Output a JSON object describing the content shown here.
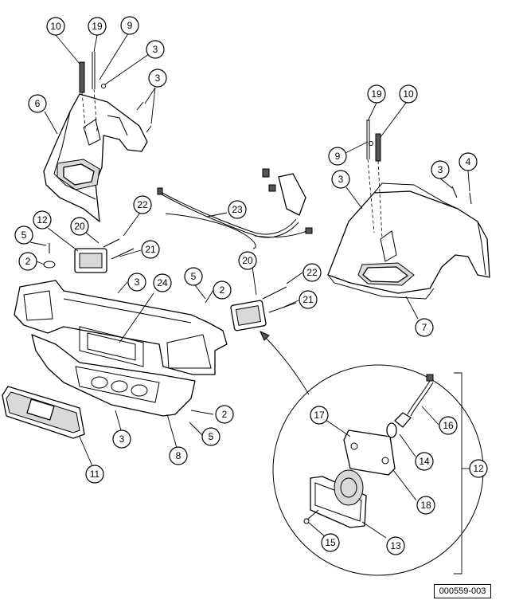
{
  "drawing": {
    "reference_number": "000559-003"
  },
  "callouts": [
    {
      "id": "c10a",
      "label": "10"
    },
    {
      "id": "c19a",
      "label": "19"
    },
    {
      "id": "c9a",
      "label": "9"
    },
    {
      "id": "c3a",
      "label": "3"
    },
    {
      "id": "c3b",
      "label": "3"
    },
    {
      "id": "c6",
      "label": "6"
    },
    {
      "id": "c19b",
      "label": "19"
    },
    {
      "id": "c10b",
      "label": "10"
    },
    {
      "id": "c9b",
      "label": "9"
    },
    {
      "id": "c3c",
      "label": "3"
    },
    {
      "id": "c3d",
      "label": "3"
    },
    {
      "id": "c4",
      "label": "4"
    },
    {
      "id": "c22a",
      "label": "22"
    },
    {
      "id": "c23",
      "label": "23"
    },
    {
      "id": "c12a",
      "label": "12"
    },
    {
      "id": "c20a",
      "label": "20"
    },
    {
      "id": "c5a",
      "label": "5"
    },
    {
      "id": "c21a",
      "label": "21"
    },
    {
      "id": "c2a",
      "label": "2"
    },
    {
      "id": "c7",
      "label": "7"
    },
    {
      "id": "c3e",
      "label": "3"
    },
    {
      "id": "c24",
      "label": "24"
    },
    {
      "id": "c5b",
      "label": "5"
    },
    {
      "id": "c2b",
      "label": "2"
    },
    {
      "id": "c20b",
      "label": "20"
    },
    {
      "id": "c22b",
      "label": "22"
    },
    {
      "id": "c21b",
      "label": "21"
    },
    {
      "id": "c2c",
      "label": "2"
    },
    {
      "id": "c5c",
      "label": "5"
    },
    {
      "id": "c3f",
      "label": "3"
    },
    {
      "id": "c8",
      "label": "8"
    },
    {
      "id": "c11",
      "label": "11"
    },
    {
      "id": "c17",
      "label": "17"
    },
    {
      "id": "c16",
      "label": "16"
    },
    {
      "id": "c14",
      "label": "14"
    },
    {
      "id": "c12b",
      "label": "12"
    },
    {
      "id": "c18",
      "label": "18"
    },
    {
      "id": "c15",
      "label": "15"
    },
    {
      "id": "c13",
      "label": "13"
    }
  ]
}
